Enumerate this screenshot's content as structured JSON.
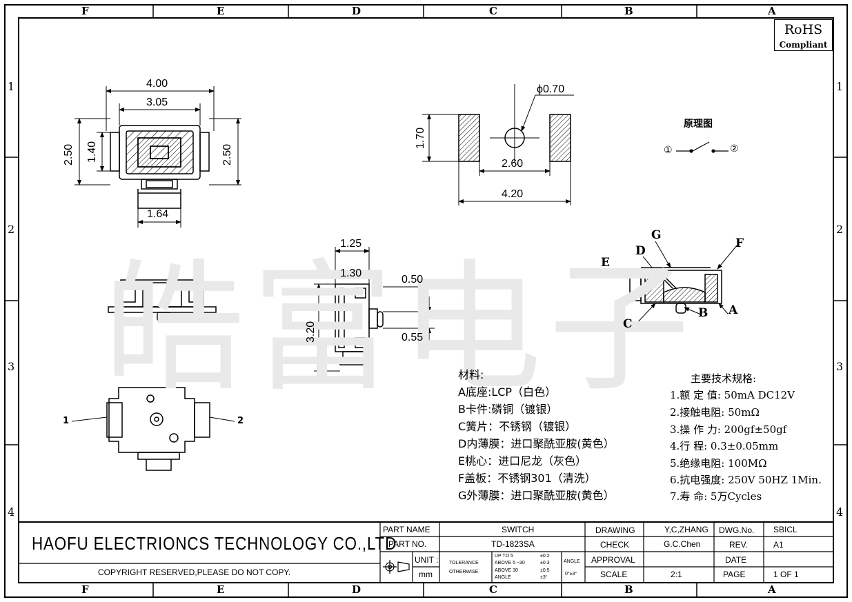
{
  "zones": {
    "top": [
      "F",
      "E",
      "D",
      "C",
      "B",
      "A"
    ],
    "bottom": [
      "F",
      "E",
      "D",
      "C",
      "B",
      "A"
    ],
    "left": [
      "1",
      "2",
      "3",
      "4"
    ],
    "right": [
      "1",
      "2",
      "3",
      "4"
    ]
  },
  "rohs": {
    "line1": "RoHS",
    "line2": "Compliant"
  },
  "watermark": "皓富电子",
  "dimensions": {
    "top_view": {
      "w_outer": "4.00",
      "w_inner": "3.05",
      "h_outer": "2.50",
      "h_inner": "1.40",
      "h_right": "2.50",
      "stem_w": "1.64"
    },
    "pcb_layout": {
      "hole_dia": "ϕ0.70",
      "pad_h": "1.70",
      "gap": "2.60",
      "overall": "4.20"
    },
    "side_view": {
      "w1": "1.25",
      "w2": "1.30",
      "h": "3.20",
      "d1": "0.50",
      "d2": "0.55"
    }
  },
  "schematic": {
    "title": "原理图",
    "pin1": "①",
    "pin2": "②"
  },
  "bottom_view": {
    "pin1": "1",
    "pin2": "2"
  },
  "section_callouts": {
    "A": "A",
    "B": "B",
    "C": "C",
    "D": "D",
    "E": "E",
    "F": "F",
    "G": "G"
  },
  "materials": {
    "title": "材料:",
    "items": [
      "A底座:LCP（白色）",
      "B卡件:磷铜（镀银）",
      "C簧片：不锈钢（镀银）",
      "D内薄膜：进口聚酰亚胺(黄色）",
      "E桃心：进口尼龙（灰色）",
      "F盖板：不锈钢301（清洗）",
      "G外薄膜：进口聚酰亚胺(黄色）"
    ]
  },
  "specs": {
    "title": "主要技术规格:",
    "items": [
      "1.额 定 值: 50mA DC12V",
      "2.接触电阻: 50mΩ",
      "3.操 作 力: 200gf±50gf",
      "4.行    程: 0.3±0.05mm",
      "5.绝缘电阻: 100MΩ",
      "6.抗电强度: 250V 50HZ 1Min.",
      "7.寿    命: 5万Cycles"
    ]
  },
  "title_block": {
    "company": "HAOFU ELECTRIONCS TECHNOLOGY CO.,LTD",
    "copyright": "COPYRIGHT RESERVED,PLEASE DO NOT COPY.",
    "part_name_label": "PART NAME",
    "part_name": "SWITCH",
    "part_no_label": "PART NO.",
    "part_no": "TD-1823SA",
    "unit_label": "UNIT :",
    "unit": "mm",
    "tolerance_l1": "TOLERANCE",
    "tolerance_l2": "OTHERWISE",
    "tol_rows": [
      "UP TO 5",
      "ABOVE 5 ~30",
      "ABOVE 30",
      "ANGLE"
    ],
    "tol_vals": [
      "±0.2",
      "±0.3",
      "±0.5",
      "±3°"
    ],
    "angle_label": "ANGLE",
    "angle_val": "0°±3°",
    "drawing_label": "DRAWING",
    "drawing": "Y,C,ZHANG",
    "check_label": "CHECK",
    "check": "G.C.Chen",
    "approval_label": "APPROVAL",
    "scale_label": "SCALE",
    "scale": "2:1",
    "dwg_label": "DWG.No.",
    "dwg": "SBICL",
    "rev_label": "REV.",
    "rev": "A1",
    "date_label": "DATE",
    "page_label": "PAGE",
    "page": "1 OF 1"
  }
}
